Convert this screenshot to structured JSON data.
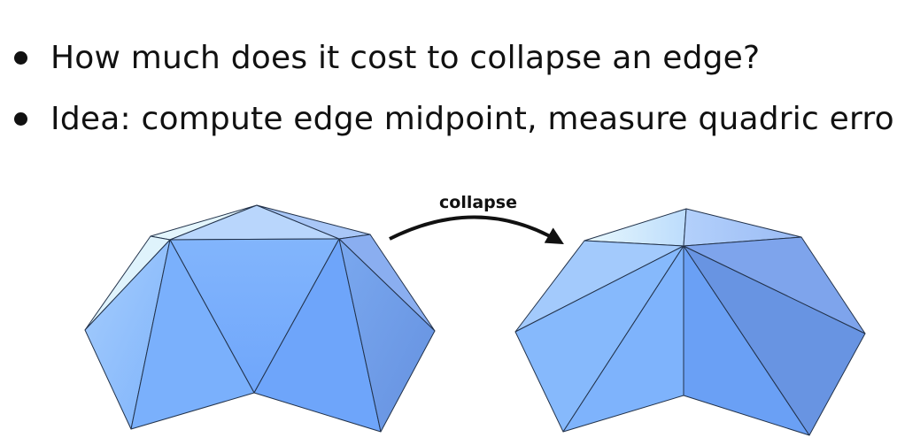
{
  "bullets": [
    "How much does it cost to collapse an edge?",
    "Idea: compute edge midpoint, measure quadric error"
  ],
  "arrow": {
    "label": "collapse"
  },
  "colors": {
    "text": "#111111",
    "mesh_light": "#e4f6fc",
    "mesh_blue": "#78aefc",
    "mesh_dark": "#6a9ae8",
    "edge": "#22324a"
  }
}
